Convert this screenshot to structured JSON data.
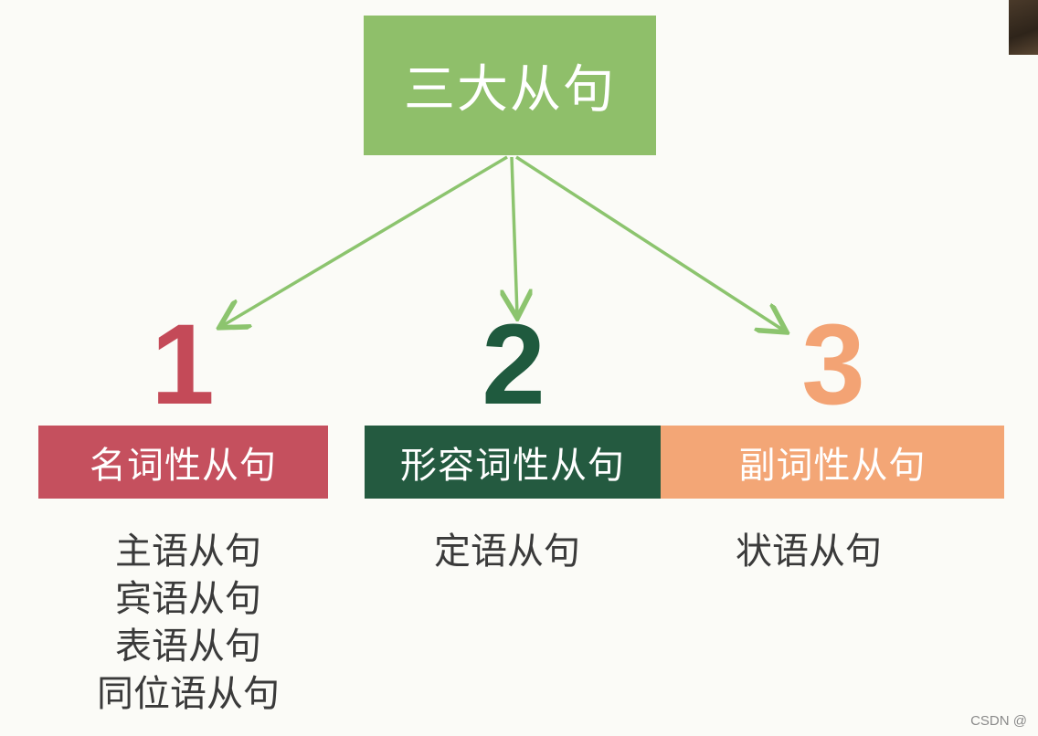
{
  "root": {
    "label": "三大从句",
    "color": "#8fbf6a"
  },
  "arrow_color": "#8cc46e",
  "categories": [
    {
      "number": "1",
      "label": "名词性从句",
      "color": "#c5505e",
      "items": [
        "主语从句",
        "宾语从句",
        "表语从句",
        "同位语从句"
      ]
    },
    {
      "number": "2",
      "label": "形容词性从句",
      "color": "#245a40",
      "items": [
        "定语从句"
      ]
    },
    {
      "number": "3",
      "label": "副词性从句",
      "color": "#f3a676",
      "items": [
        "状语从句"
      ]
    }
  ],
  "watermark": "CSDN @"
}
